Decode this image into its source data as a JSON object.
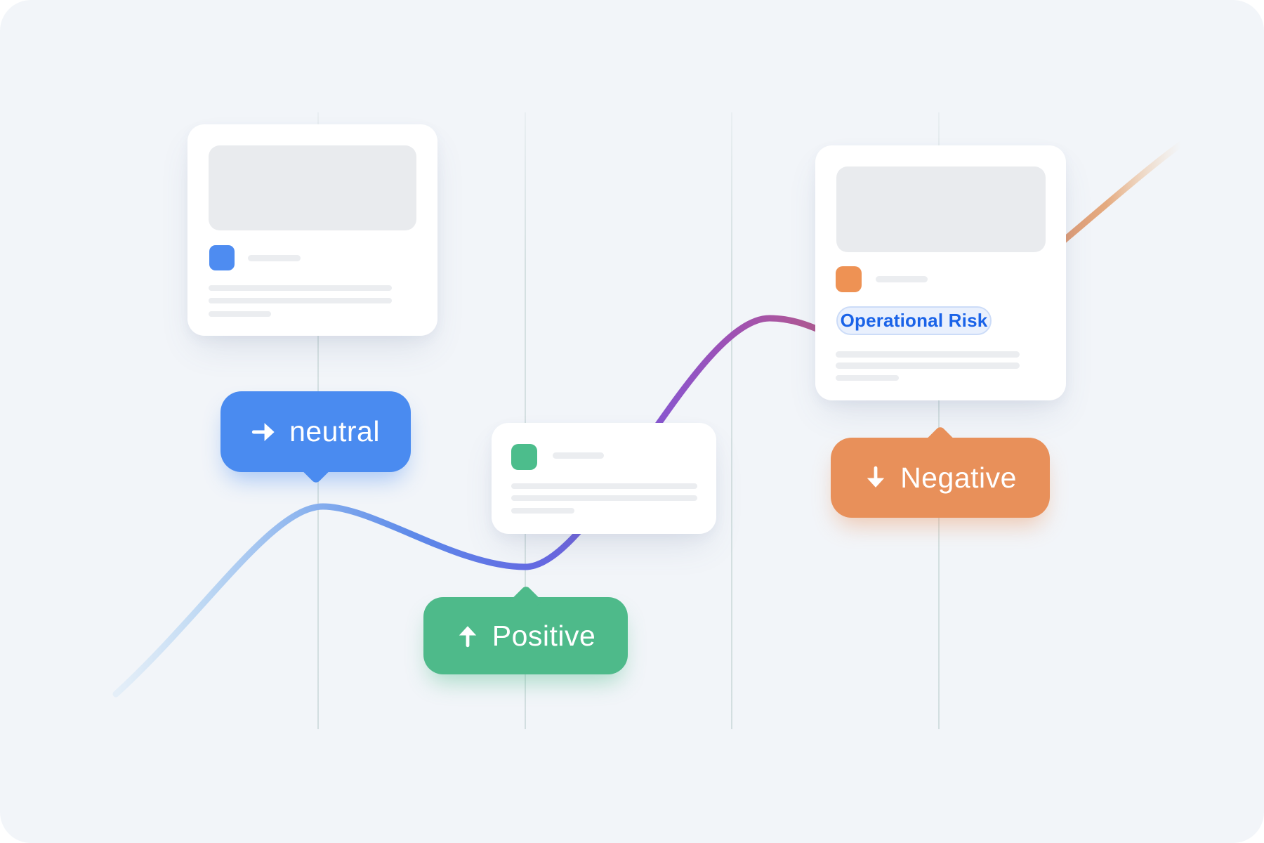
{
  "canvas": {
    "background": "#f2f5f9",
    "corner_color": "#ffffff",
    "gridline_color": "#cfdcdd",
    "gridline_count": 4
  },
  "badges": {
    "neutral": {
      "label": "neutral",
      "color": "#4a8bf0",
      "icon": "arrow-right-icon",
      "pointer": "down"
    },
    "positive": {
      "label": "Positive",
      "color": "#4eba8a",
      "icon": "arrow-up-icon",
      "pointer": "up"
    },
    "negative": {
      "label": "Negative",
      "color": "#e8905a",
      "icon": "arrow-down-icon",
      "pointer": "up"
    }
  },
  "cards": {
    "neutral_card": {
      "accent_color": "#4e8cf1",
      "has_image_placeholder": true,
      "skeleton_lines": 4
    },
    "positive_card": {
      "accent_color": "#4cbd8c",
      "has_image_placeholder": false,
      "skeleton_lines": 4
    },
    "negative_card": {
      "accent_color": "#ee9254",
      "has_image_placeholder": true,
      "skeleton_lines": 4,
      "tag": "Operational Risk"
    }
  },
  "chip": {
    "label": "Operational Risk",
    "text_color": "#1a63e8",
    "background": "#e9f0fd",
    "border_color": "#ccdcf8"
  },
  "curve": {
    "description": "sentiment trend line, gradient left to right",
    "gradient": [
      "#d9e9f7",
      "#8ab2ee",
      "#5d89e9",
      "#6569e3",
      "#8658d2",
      "#9f51b3",
      "#b25a90",
      "#c06b7c",
      "#d4896e",
      "#e3a272"
    ]
  }
}
